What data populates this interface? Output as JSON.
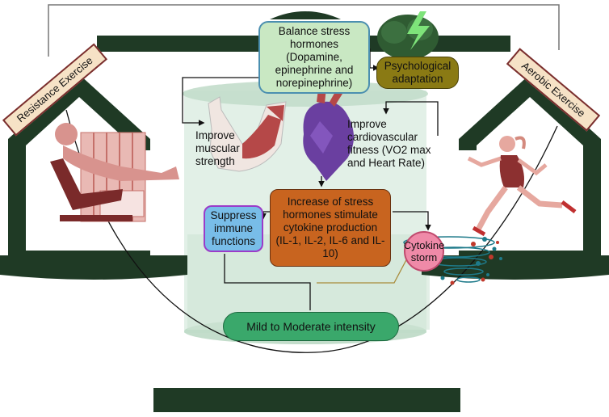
{
  "boxes": {
    "balance": "Balance stress hormones (Dopamine, epinephrine and norepinephrine)",
    "psychological": "Psychological adaptation",
    "increase": "Increase of stress hormones stimulate cytokine production (IL-1, IL-2, IL-6 and IL-10)",
    "suppress": "Suppress immune functions",
    "cytokine": "Cytokine storm",
    "intensity": "Mild to Moderate intensity"
  },
  "labels": {
    "muscular": "Improve muscular strength",
    "cardio": "Improve cardiovascular fitness (VO2 max and Heart Rate)"
  },
  "signs": {
    "left": "Resistance Exercise",
    "right": "Aerobic Exercise"
  },
  "icons": [
    "brain-lightning-icon",
    "arm-muscle-icon",
    "heart-icon",
    "leg-press-icon",
    "runner-icon",
    "virus-swarm-icon"
  ],
  "colors": {
    "scale": "#1f3a25",
    "balance_box": "#c9e8c3",
    "balance_border": "#4b8fb0",
    "psychological_box": "#8a7a14",
    "increase_box": "#c8641f",
    "suppress_box": "#78bde8",
    "suppress_border": "#9b3bc9",
    "cytokine_box": "#ef8aa8",
    "intensity_box": "#3aa86b",
    "sign_box": "#f6e2c6",
    "sign_border": "#7a2e2e",
    "cylinder": "#d8ebdf"
  }
}
